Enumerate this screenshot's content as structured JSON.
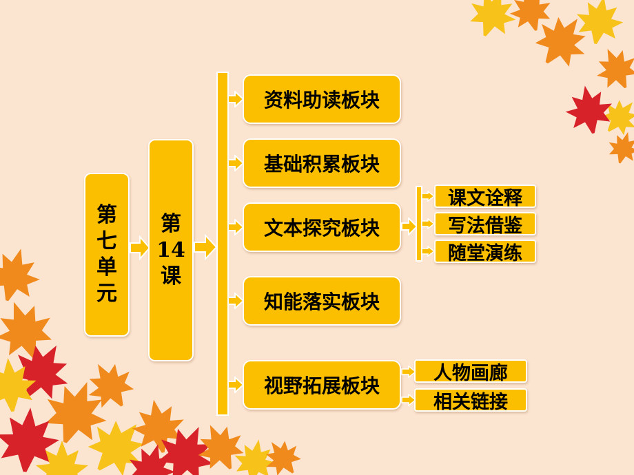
{
  "unit": {
    "chars": [
      "第",
      "七",
      "单",
      "元"
    ]
  },
  "lesson": {
    "chars": [
      "第",
      "14",
      "课"
    ]
  },
  "modules": [
    {
      "label": "资料助读板块"
    },
    {
      "label": "基础积累板块"
    },
    {
      "label": "文本探究板块",
      "subs": [
        "课文诠释",
        "写法借鉴",
        "随堂演练"
      ]
    },
    {
      "label": "知能落实板块"
    },
    {
      "label": "视野拓展板块",
      "subs": [
        "人物画廊",
        "相关链接"
      ]
    }
  ],
  "colors": {
    "box": "#fbbf00",
    "border": "#ffffff",
    "background": "#fbe4d0",
    "leaf_red": "#d8222a",
    "leaf_orange": "#f08a1c",
    "leaf_yellow": "#f7c21a"
  }
}
